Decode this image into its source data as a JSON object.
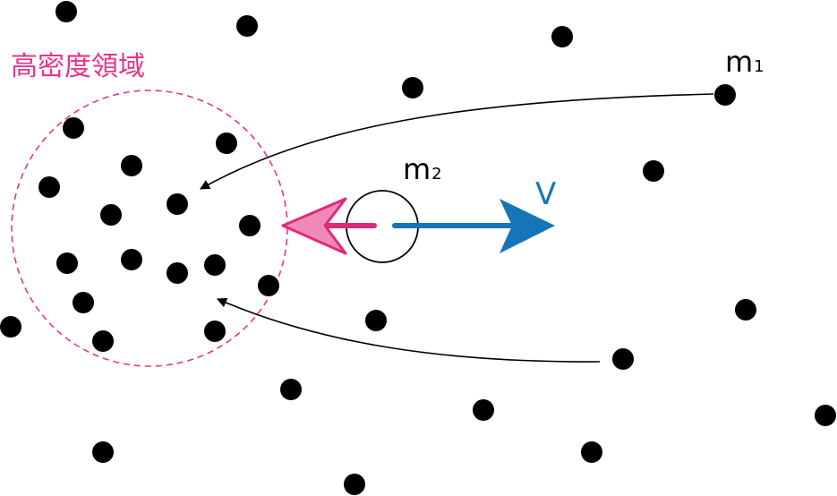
{
  "diagram": {
    "region_label": "高密度領域",
    "mass1_label": "m",
    "mass1_sub": "1",
    "mass2_label": "m",
    "mass2_sub": "2",
    "velocity_label": "V",
    "colors": {
      "region": "#e8338a",
      "velocity": "#1675b8",
      "drag_fill": "#ef8ab8",
      "drag_stroke": "#e2287e",
      "particles": "#000000",
      "attraction_lines": "#000000"
    }
  }
}
